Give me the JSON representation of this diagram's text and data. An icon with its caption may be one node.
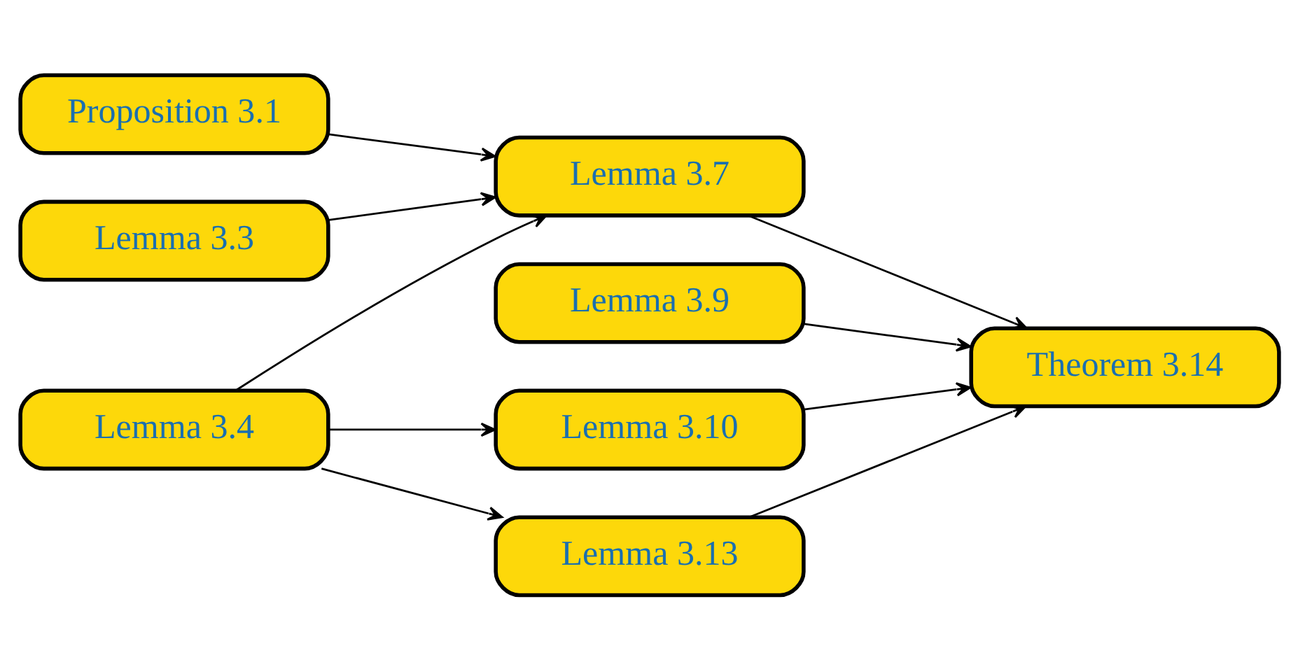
{
  "diagram": {
    "nodes": [
      {
        "text": [
          "Proposition 3.1"
        ]
      },
      {
        "text": [
          "Lemma 3.3"
        ]
      },
      {
        "text": [
          "Lemma 3.4"
        ]
      },
      {
        "text": [
          "Lemma 3.7"
        ]
      },
      {
        "text": [
          "Lemma 3.9"
        ]
      },
      {
        "text": [
          "Lemma 3.10"
        ]
      },
      {
        "text": [
          "Lemma 3.13"
        ]
      },
      {
        "text": [
          "Theorem 3.14"
        ]
      }
    ],
    "edges": [
      {
        "from": 0,
        "to": 3,
        "arrow": "to"
      },
      {
        "from": 1,
        "to": 3,
        "arrow": "to"
      },
      {
        "from": 2,
        "to": 3,
        "arrow": "to"
      },
      {
        "from": 2,
        "to": 5,
        "arrow": "to"
      },
      {
        "from": 2,
        "to": 6,
        "arrow": "to"
      },
      {
        "from": 3,
        "to": 7,
        "arrow": "to"
      },
      {
        "from": 4,
        "to": 7,
        "arrow": "to"
      },
      {
        "from": 5,
        "to": 7,
        "arrow": "to"
      },
      {
        "from": 6,
        "to": 7,
        "arrow": "to"
      }
    ]
  }
}
